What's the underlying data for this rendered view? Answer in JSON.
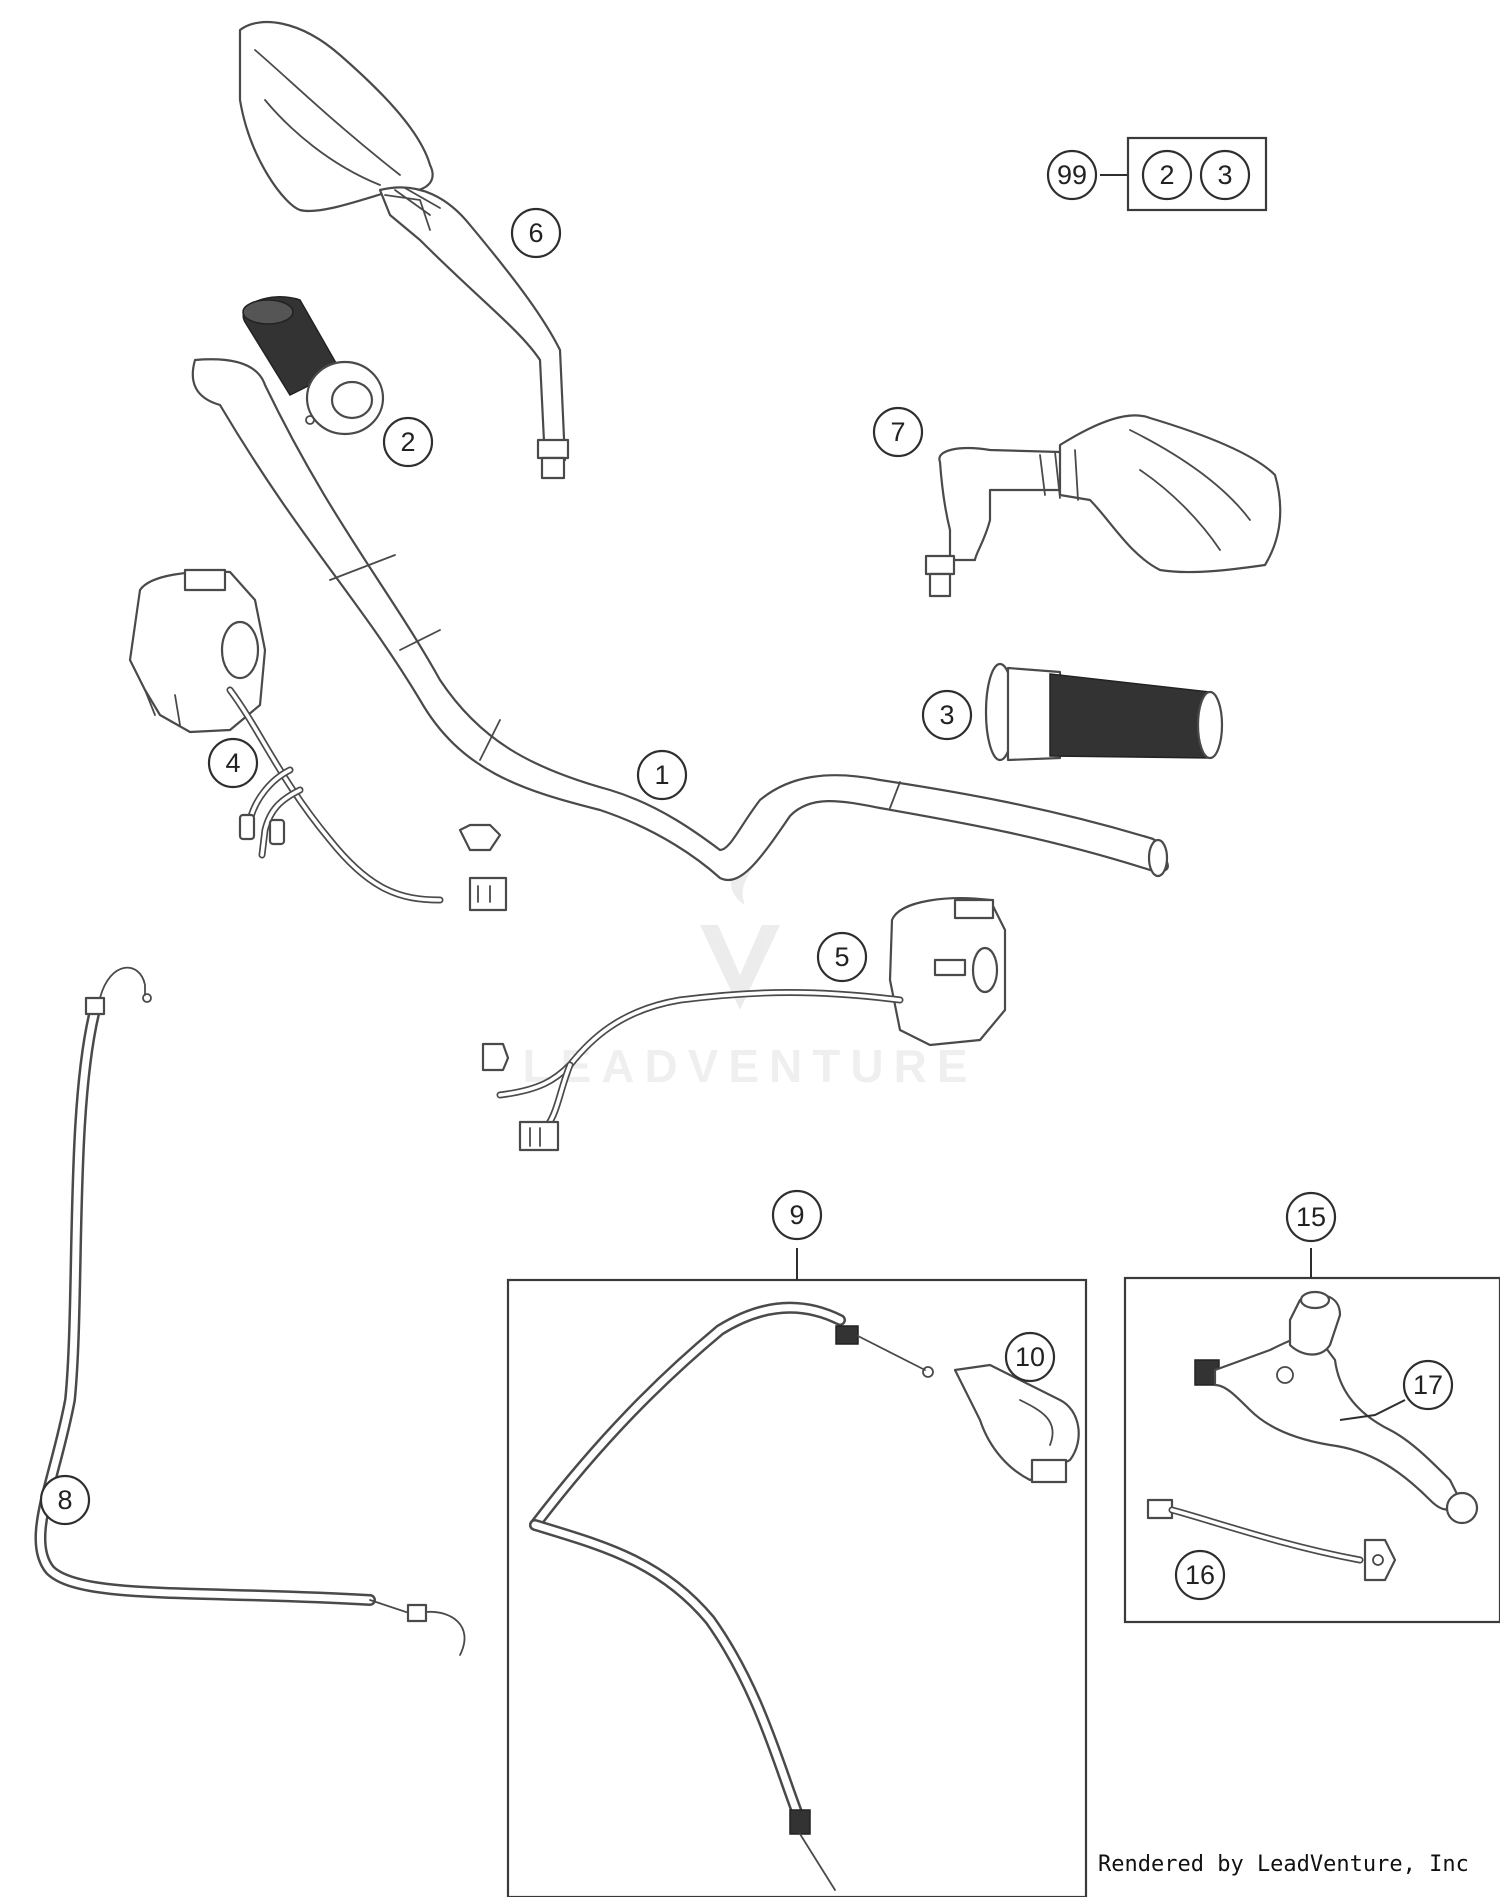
{
  "callouts": {
    "c1": "1",
    "c2": "2",
    "c3": "3",
    "c4": "4",
    "c5": "5",
    "c6": "6",
    "c7": "7",
    "c8": "8",
    "c9": "9",
    "c10": "10",
    "c15": "15",
    "c16": "16",
    "c17": "17",
    "c99": "99",
    "set_a": "2",
    "set_b": "3"
  },
  "watermark": "LEADVENTURE",
  "credit": "Rendered by LeadVenture, Inc",
  "icons": {
    "watermark_logo": "leadventure-logo-icon"
  },
  "colors": {
    "line": "#4a4a4a",
    "grip_rubber": "#333333",
    "background": "#ffffff"
  }
}
